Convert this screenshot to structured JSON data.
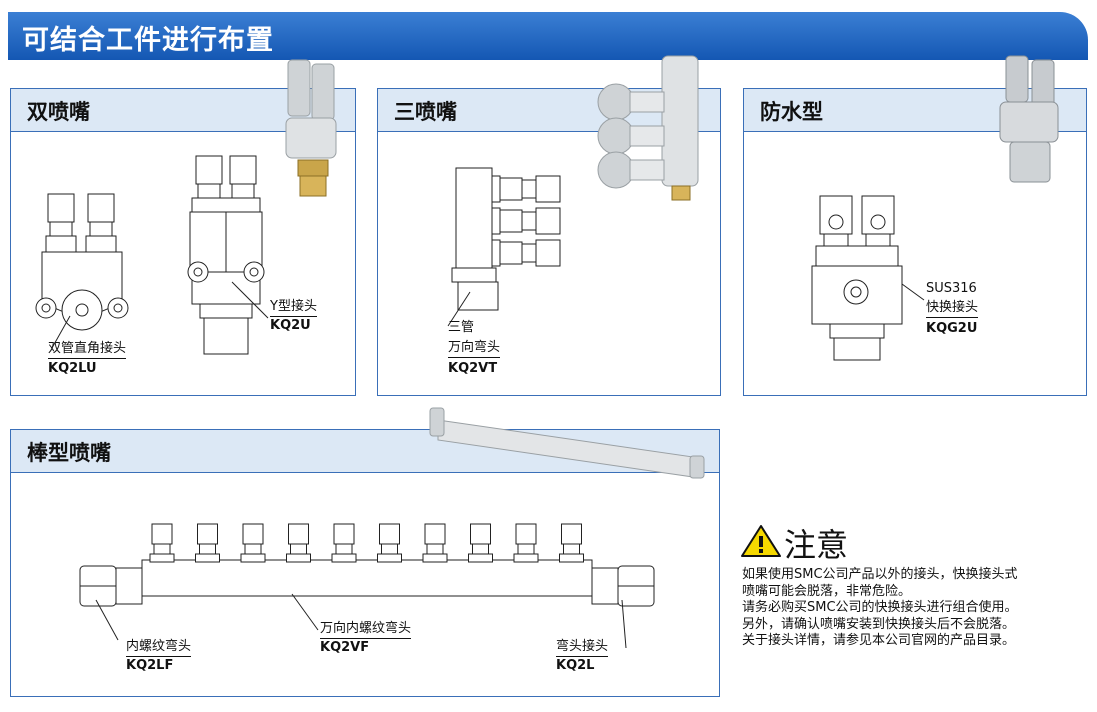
{
  "header": {
    "title": "可结合工件进行布置"
  },
  "panels": {
    "twin": {
      "title": "双喷嘴",
      "label_y": "Y型接头",
      "code_y": "KQ2U",
      "label_elbow": "双管直角接头",
      "code_elbow": "KQ2LU"
    },
    "triple": {
      "title": "三喷嘴",
      "label_line1": "三管",
      "label_line2": "万向弯头",
      "code": "KQ2VT"
    },
    "waterproof": {
      "title": "防水型",
      "label_line1": "SUS316",
      "label_line2": "快换接头",
      "code": "KQG2U"
    },
    "bar": {
      "title": "棒型喷嘴",
      "label_left": "内螺纹弯头",
      "code_left": "KQ2LF",
      "label_center": "万向内螺纹弯头",
      "code_center": "KQ2VF",
      "label_right": "弯头接头",
      "code_right": "KQ2L"
    }
  },
  "caution": {
    "title": "注意",
    "lines": [
      "如果使用SMC公司产品以外的接头，快换接头式",
      "喷嘴可能会脱落，非常危险。",
      "请务必购买SMC公司的快换接头进行组合使用。",
      "另外，请确认喷嘴安装到快换接头后不会脱落。",
      "关于接头详情，请参见本公司官网的产品目录。"
    ]
  },
  "colors": {
    "accent": "#1457b3",
    "panel_border": "#3a6fb8",
    "panel_header": "#dce8f5",
    "warning": "#f5d800"
  }
}
